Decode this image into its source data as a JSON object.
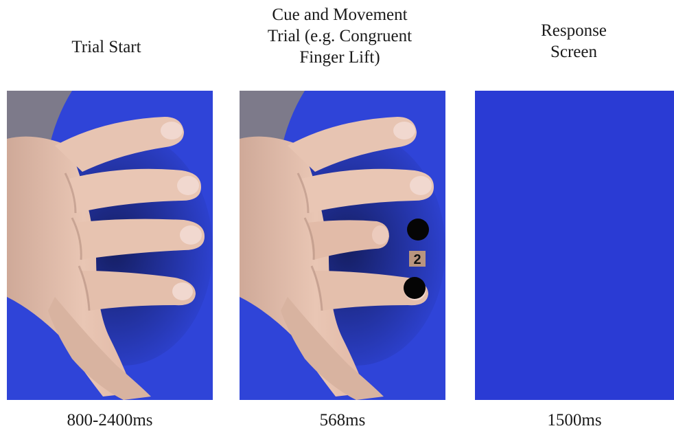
{
  "panels": [
    {
      "title": "Trial Start",
      "duration": "800-2400ms",
      "frame_color": "#2f44d8"
    },
    {
      "title": "Cue and Movement\nTrial (e.g. Congruent\nFinger Lift)",
      "duration": "568ms",
      "frame_color": "#2f44d8",
      "cue_number": "2"
    },
    {
      "title": "Response\nScreen",
      "duration": "1500ms",
      "frame_color": "#2a3bd4"
    }
  ],
  "colors": {
    "skin": "#e6c1ad",
    "skin_shadow": "#b48f80",
    "nail": "#f1d8cf",
    "cue_dot": "#050505",
    "cue_label_bg": "#b9957f",
    "background": "#ffffff",
    "text": "#1a1a1a"
  }
}
